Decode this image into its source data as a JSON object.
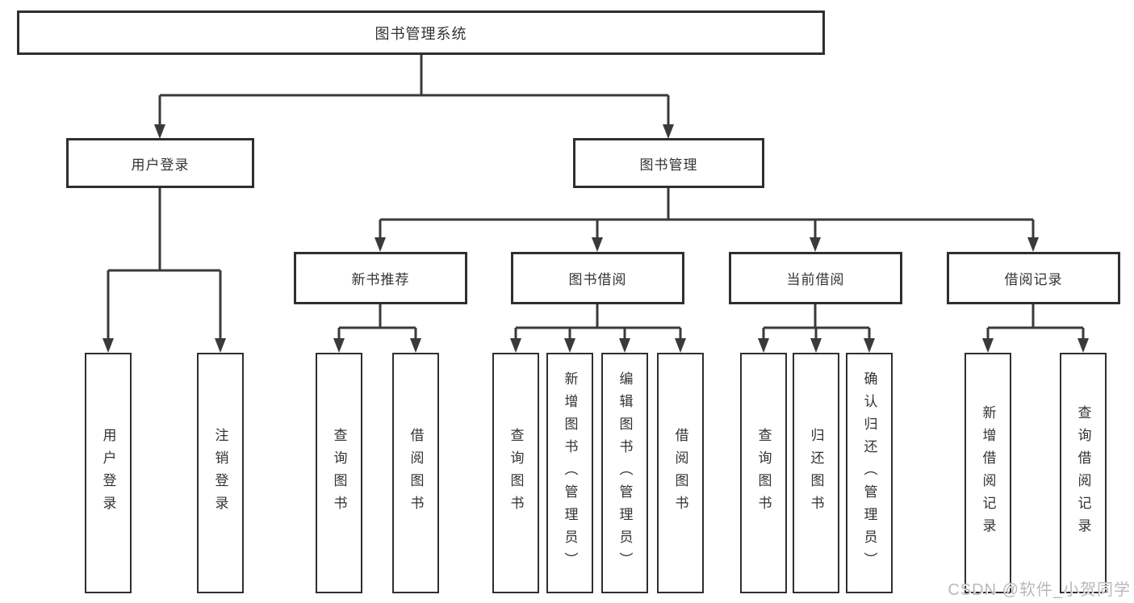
{
  "nodes": {
    "root": "图书管理系统",
    "user_login": "用户登录",
    "book_mgmt": "图书管理",
    "new_book": "新书推荐",
    "book_borrow": "图书借阅",
    "current_borrow": "当前借阅",
    "borrow_record": "借阅记录",
    "leaf_user_login": "用户登录",
    "leaf_logout": "注销登录",
    "leaf_nb_query": "查询图书",
    "leaf_nb_borrow": "借阅图书",
    "leaf_bb_query": "查询图书",
    "leaf_bb_add": "新增图书（管理员）",
    "leaf_bb_edit": "编辑图书（管理员）",
    "leaf_bb_borrow": "借阅图书",
    "leaf_cb_query": "查询图书",
    "leaf_cb_return": "归还图书",
    "leaf_cb_confirm": "确认归还（管理员）",
    "leaf_rec_add": "新增借阅记录",
    "leaf_rec_query": "查询借阅记录"
  },
  "watermark": "CSDN @软件_小贺同学",
  "colors": {
    "line": "#3a3a3a",
    "box_border": "#2f2f2f",
    "text": "#333333",
    "watermark": "#b9b9b9",
    "background": "#ffffff"
  }
}
